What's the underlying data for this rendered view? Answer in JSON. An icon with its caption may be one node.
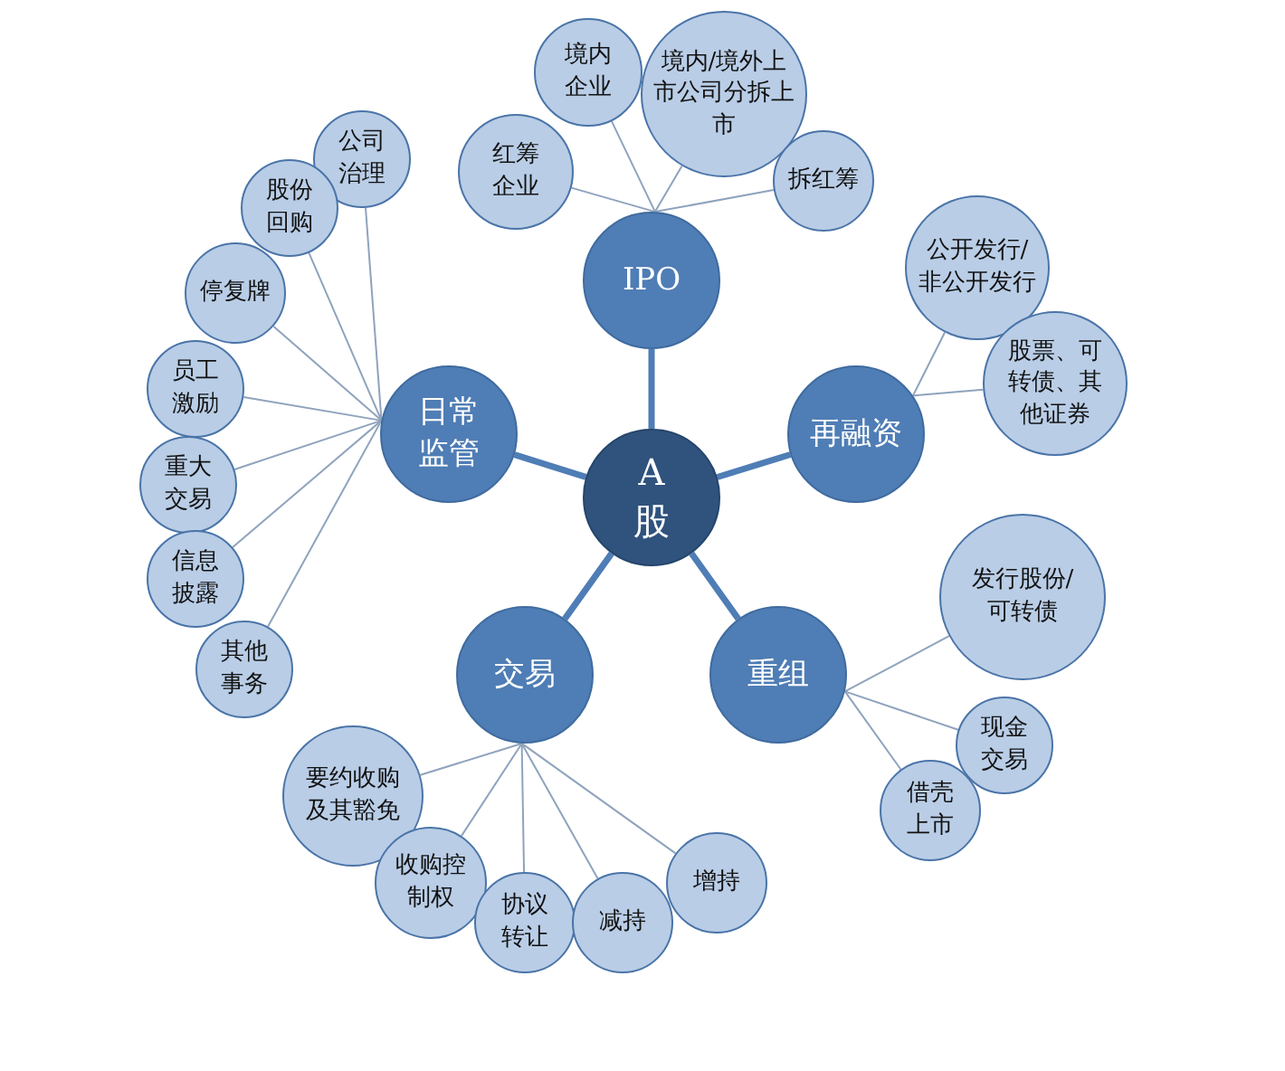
{
  "diagram": {
    "nodes": [
      {
        "text": [
          "A股"
        ]
      },
      {
        "text": [
          "IPO"
        ]
      },
      {
        "text": [
          "红筹企业"
        ]
      },
      {
        "text": [
          "境内企业"
        ]
      },
      {
        "text": [
          "境内/境外上市公司分拆上市"
        ]
      },
      {
        "text": [
          "拆红筹"
        ]
      },
      {
        "text": [
          "再融资"
        ]
      },
      {
        "text": [
          "公开发行/非公开发行"
        ]
      },
      {
        "text": [
          "股票、可转债、其他证券"
        ]
      },
      {
        "text": [
          "重组"
        ]
      },
      {
        "text": [
          "发行股份/可转债"
        ]
      },
      {
        "text": [
          "现金交易"
        ]
      },
      {
        "text": [
          "借壳上市"
        ]
      },
      {
        "text": [
          "交易"
        ]
      },
      {
        "text": [
          "要约收购及其豁免"
        ]
      },
      {
        "text": [
          "收购控制权"
        ]
      },
      {
        "text": [
          "协议转让"
        ]
      },
      {
        "text": [
          "减持"
        ]
      },
      {
        "text": [
          "增持"
        ]
      },
      {
        "text": [
          "日常监管"
        ]
      },
      {
        "text": [
          "公司治理"
        ]
      },
      {
        "text": [
          "股份回购"
        ]
      },
      {
        "text": [
          "停复牌"
        ]
      },
      {
        "text": [
          "员工激励"
        ]
      },
      {
        "text": [
          "重大交易"
        ]
      },
      {
        "text": [
          "信息披露"
        ]
      },
      {
        "text": [
          "其他事务"
        ]
      }
    ],
    "edges": [
      {
        "from": 0,
        "to": 1,
        "arrow": "none",
        "style": "thick",
        "color": "#4f7db5"
      },
      {
        "from": 0,
        "to": 6,
        "arrow": "none",
        "style": "thick",
        "color": "#4f7db5"
      },
      {
        "from": 0,
        "to": 9,
        "arrow": "none",
        "style": "thick",
        "color": "#4f7db5"
      },
      {
        "from": 0,
        "to": 13,
        "arrow": "none",
        "style": "thick",
        "color": "#4f7db5"
      },
      {
        "from": 0,
        "to": 19,
        "arrow": "none",
        "style": "thick",
        "color": "#4f7db5"
      },
      {
        "from": 1,
        "to": 2,
        "arrow": "none"
      },
      {
        "from": 1,
        "to": 3,
        "arrow": "none"
      },
      {
        "from": 1,
        "to": 4,
        "arrow": "none"
      },
      {
        "from": 1,
        "to": 5,
        "arrow": "none"
      },
      {
        "from": 6,
        "to": 7,
        "arrow": "none"
      },
      {
        "from": 6,
        "to": 8,
        "arrow": "none"
      },
      {
        "from": 9,
        "to": 10,
        "arrow": "none"
      },
      {
        "from": 9,
        "to": 11,
        "arrow": "none"
      },
      {
        "from": 9,
        "to": 12,
        "arrow": "none"
      },
      {
        "from": 13,
        "to": 14,
        "arrow": "none"
      },
      {
        "from": 13,
        "to": 15,
        "arrow": "none"
      },
      {
        "from": 13,
        "to": 16,
        "arrow": "none"
      },
      {
        "from": 13,
        "to": 17,
        "arrow": "none"
      },
      {
        "from": 13,
        "to": 18,
        "arrow": "none"
      },
      {
        "from": 19,
        "to": 20,
        "arrow": "none"
      },
      {
        "from": 19,
        "to": 21,
        "arrow": "none"
      },
      {
        "from": 19,
        "to": 22,
        "arrow": "none"
      },
      {
        "from": 19,
        "to": 23,
        "arrow": "none"
      },
      {
        "from": 19,
        "to": 24,
        "arrow": "none"
      },
      {
        "from": 19,
        "to": 25,
        "arrow": "none"
      },
      {
        "from": 19,
        "to": 26,
        "arrow": "none"
      }
    ]
  }
}
